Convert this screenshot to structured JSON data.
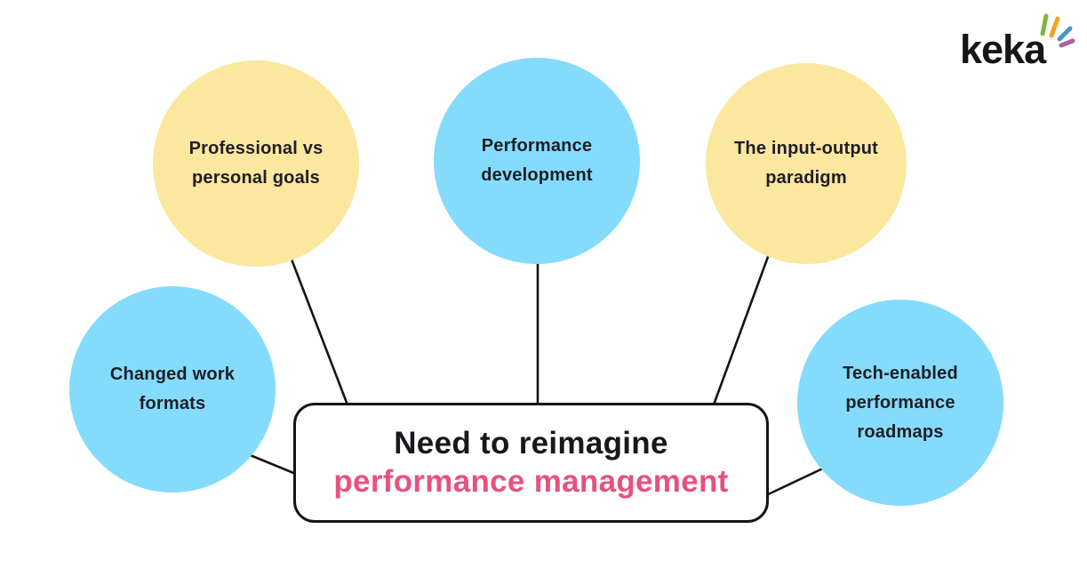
{
  "logo": {
    "text": "keka",
    "spark_colors": [
      "#7FB541",
      "#F2A31C",
      "#4793D2",
      "#B0609F"
    ]
  },
  "center_box": {
    "line1": "Need to reimagine",
    "line2": "performance management"
  },
  "nodes": [
    {
      "label": "Professional vs\npersonal goals",
      "fill": "#FCE79E"
    },
    {
      "label": "Performance\ndevelopment",
      "fill": "#85DBFB"
    },
    {
      "label": "The input-output\nparadigm",
      "fill": "#FCE79E"
    },
    {
      "label": "Changed work\nformats",
      "fill": "#85DBFB"
    },
    {
      "label": "Tech-enabled\nperformance\nroadmaps",
      "fill": "#85DBFB"
    }
  ],
  "colors": {
    "yellow": "#FCE79E",
    "blue": "#85DBFB",
    "pink": "#E8517E",
    "ink": "#1E1E26",
    "line": "#141414",
    "background": "#FFFFFF"
  }
}
